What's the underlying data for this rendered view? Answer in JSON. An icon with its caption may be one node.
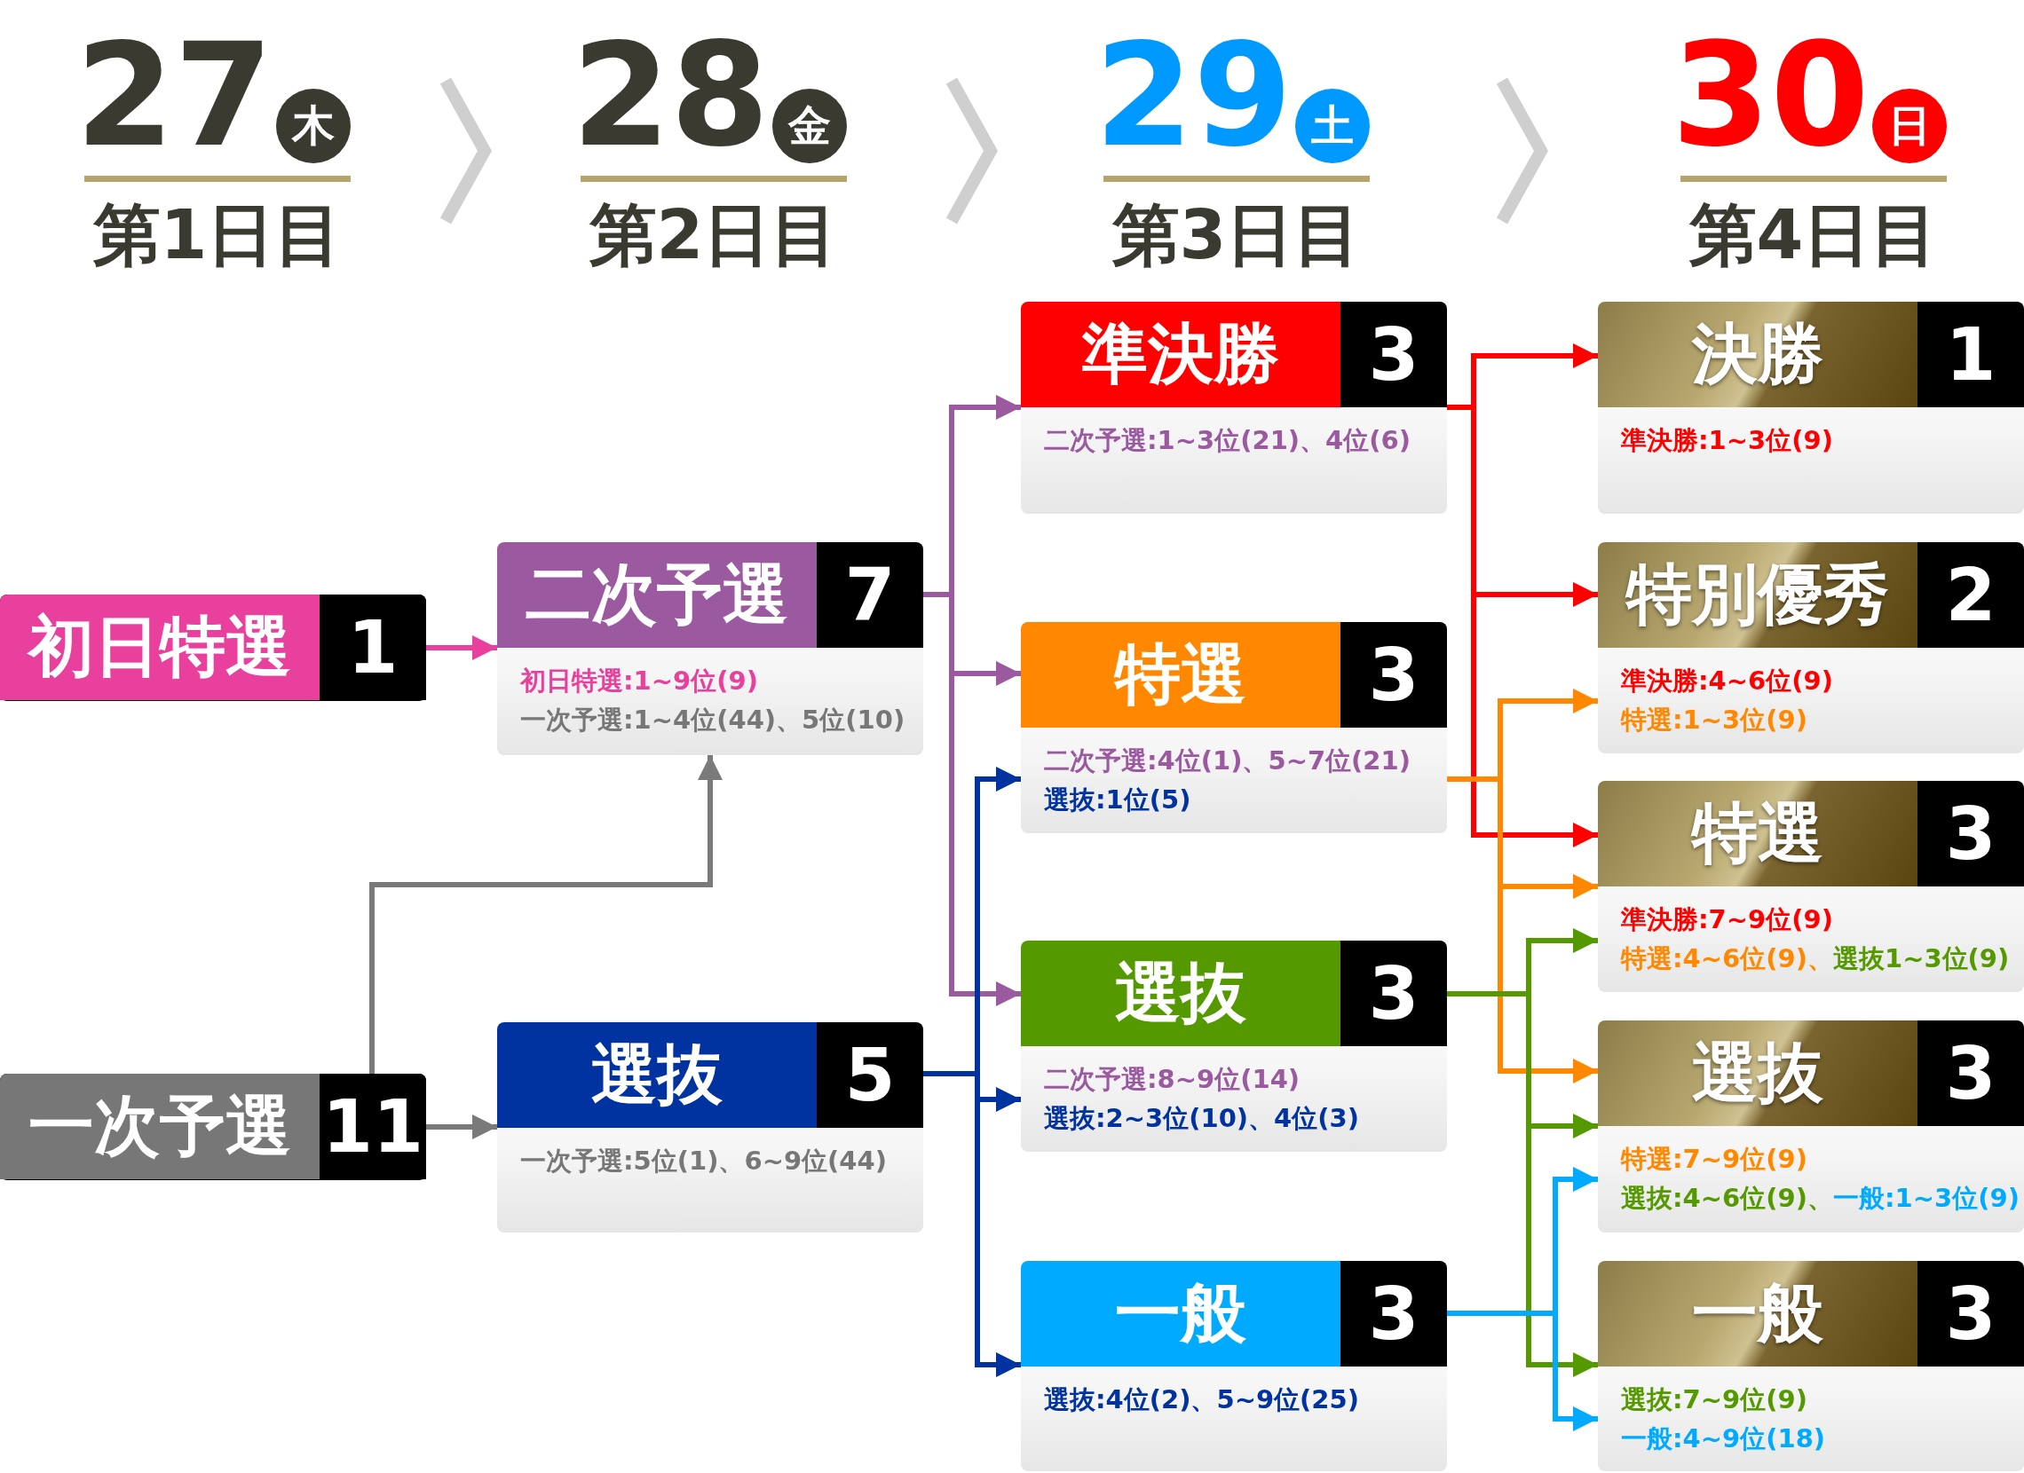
{
  "diagram": {
    "nodes": [
      {
        "text": [
          "初日特選",
          "1"
        ]
      },
      {
        "text": [
          "二次予選",
          "7",
          "初日特選:1~9位(9)",
          "一次予選:1~4位(44)、5位(10)"
        ]
      },
      {
        "text": [
          "一次予選",
          "11"
        ]
      },
      {
        "text": [
          "選抜",
          "5",
          "一次予選:5位(1)、6~9位(44)"
        ]
      },
      {
        "text": [
          "準決勝",
          "3",
          "二次予選:1~3位(21)、4位(6)"
        ]
      },
      {
        "text": [
          "特選",
          "3",
          "二次予選:4位(1)、5~7位(21)",
          "選抜:1位(5)"
        ]
      },
      {
        "text": [
          "選抜",
          "3",
          "二次予選:8~9位(14)",
          "選抜:2~3位(10)、4位(3)"
        ]
      },
      {
        "text": [
          "一般",
          "3",
          "選抜:4位(2)、5~9位(25)"
        ]
      },
      {
        "text": [
          "決勝",
          "1",
          "準決勝:1~3位(9)"
        ]
      },
      {
        "text": [
          "特別優秀",
          "2",
          "準決勝:4~6位(9)",
          "特選:1~3位(9)"
        ]
      },
      {
        "text": [
          "特選",
          "3",
          "準決勝:7~9位(9)",
          "特選:4~6位(9)、",
          "選抜1~3位(9)"
        ]
      },
      {
        "text": [
          "選抜",
          "3",
          "特選:7~9位(9)",
          "選抜:4~6位(9)、",
          "一般:1~3位(9)"
        ]
      },
      {
        "text": [
          "一般",
          "3",
          "選抜:7~9位(9)",
          "一般:4~9位(18)"
        ]
      }
    ],
    "edges": [
      {
        "from": 0,
        "to": 1,
        "arrow": "to",
        "color": "#e8409c"
      },
      {
        "from": 2,
        "to": 1,
        "arrow": "to",
        "color": "#7a7a7a"
      },
      {
        "from": 2,
        "to": 3,
        "arrow": "to",
        "color": "#7a7a7a"
      },
      {
        "from": 1,
        "to": 4,
        "arrow": "to",
        "color": "#9b59a0"
      },
      {
        "from": 1,
        "to": 5,
        "arrow": "to",
        "color": "#9b59a0"
      },
      {
        "from": 1,
        "to": 6,
        "arrow": "to",
        "color": "#9b59a0"
      },
      {
        "from": 3,
        "to": 5,
        "arrow": "to",
        "color": "#0033a0"
      },
      {
        "from": 3,
        "to": 6,
        "arrow": "to",
        "color": "#0033a0"
      },
      {
        "from": 3,
        "to": 7,
        "arrow": "to",
        "color": "#0033a0"
      },
      {
        "from": 4,
        "to": 8,
        "arrow": "to",
        "color": "#ff0000"
      },
      {
        "from": 4,
        "to": 9,
        "arrow": "to",
        "color": "#ff0000"
      },
      {
        "from": 4,
        "to": 10,
        "arrow": "to",
        "color": "#ff0000"
      },
      {
        "from": 5,
        "to": 9,
        "arrow": "to",
        "color": "#ff8800"
      },
      {
        "from": 5,
        "to": 10,
        "arrow": "to",
        "color": "#ff8800"
      },
      {
        "from": 5,
        "to": 11,
        "arrow": "to",
        "color": "#ff8800"
      },
      {
        "from": 6,
        "to": 10,
        "arrow": "to",
        "color": "#559900"
      },
      {
        "from": 6,
        "to": 11,
        "arrow": "to",
        "color": "#559900"
      },
      {
        "from": 6,
        "to": 12,
        "arrow": "to",
        "color": "#559900"
      },
      {
        "from": 7,
        "to": 11,
        "arrow": "to",
        "color": "#00aaff"
      },
      {
        "from": 7,
        "to": 12,
        "arrow": "to",
        "color": "#00aaff"
      }
    ],
    "labels": [
      "27",
      "木",
      "第1日目",
      "28",
      "金",
      "第2日目",
      "29",
      "土",
      "第3日目",
      "30",
      "日",
      "第4日目"
    ]
  }
}
